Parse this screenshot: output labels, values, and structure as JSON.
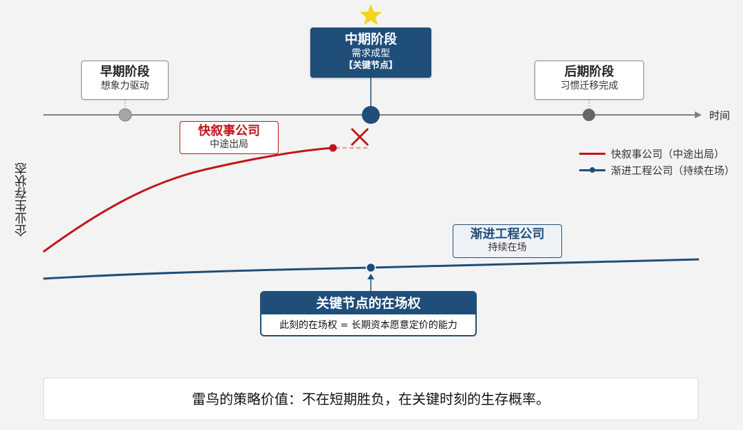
{
  "colors": {
    "fast": "#c0161a",
    "gradual": "#1f4e79",
    "axis": "#7f7f7f",
    "star": "#f5d31a"
  },
  "icons": [
    "star-icon",
    "cross-icon"
  ],
  "timeline": {
    "axis_label": "时间",
    "stages": [
      {
        "title": "早期阶段",
        "subtitle": "想象力驱动"
      },
      {
        "title": "中期阶段",
        "subtitle": "需求成型",
        "tag": "【关键节点】"
      },
      {
        "title": "后期阶段",
        "subtitle": "习惯迁移完成"
      }
    ]
  },
  "y_axis_label": "企业生存状态",
  "fast_company": {
    "title": "快叙事公司",
    "subtitle": "中途出局"
  },
  "gradual_company": {
    "title": "渐进工程公司",
    "subtitle": "持续在场"
  },
  "legend": [
    {
      "label": "快叙事公司（中途出局）"
    },
    {
      "label": "渐进工程公司（持续在场）"
    }
  ],
  "key_presence": {
    "title": "关键节点的在场权",
    "definition": "此刻的在场权 =  长期资本愿意定价的能力"
  },
  "footer_text": "雷鸟的策略价值：不在短期胜负，在关键时刻的生存概率。"
}
